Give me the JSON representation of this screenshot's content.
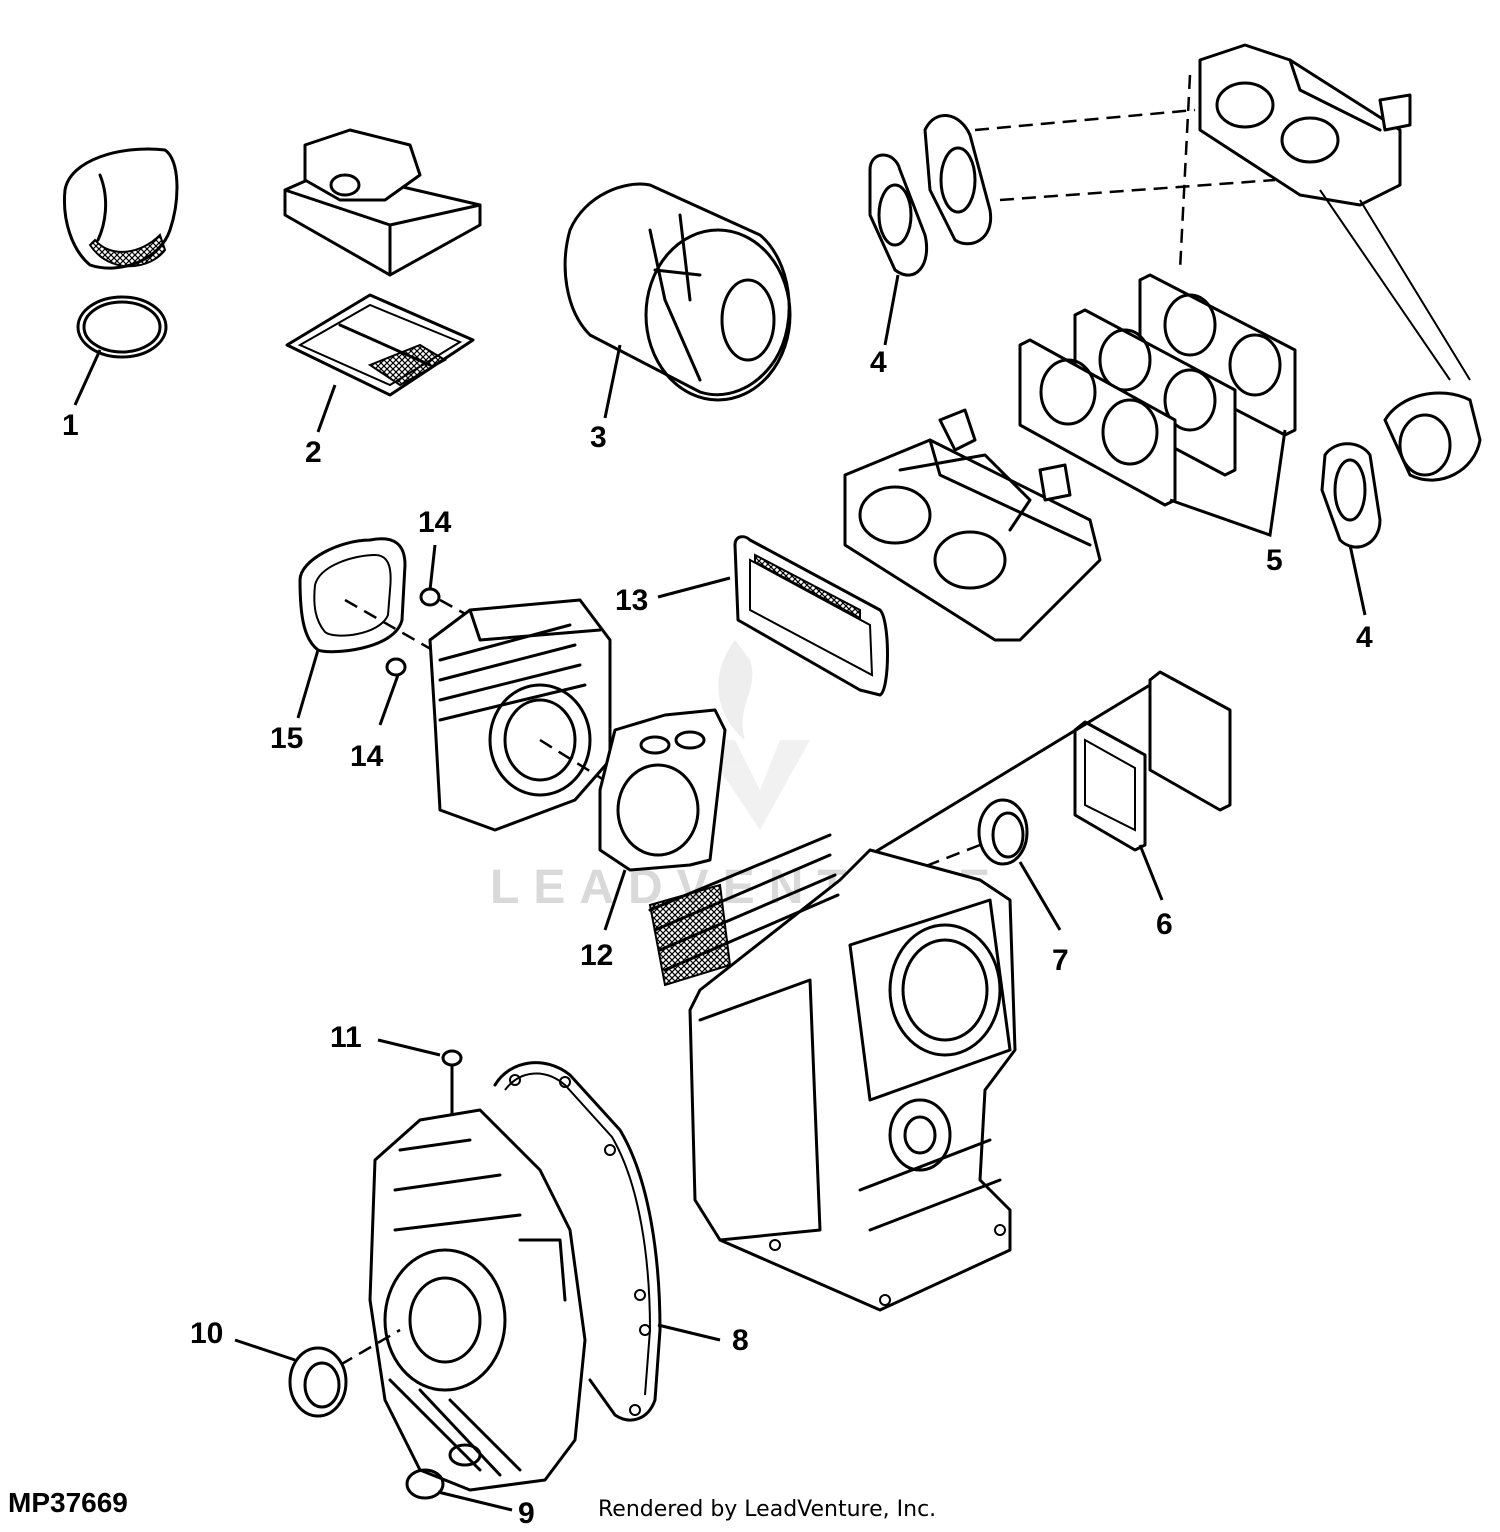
{
  "diagram": {
    "figure_id": "MP37669",
    "credit": "Rendered by LeadVenture, Inc.",
    "watermark": "LEADVENTURE",
    "callouts": {
      "c1": "1",
      "c2": "2",
      "c3": "3",
      "c4a": "4",
      "c4b": "4",
      "c5": "5",
      "c6": "6",
      "c7": "7",
      "c8": "8",
      "c9": "9",
      "c10": "10",
      "c11": "11",
      "c12": "12",
      "c13": "13",
      "c14a": "14",
      "c14b": "14",
      "c15": "15"
    }
  }
}
